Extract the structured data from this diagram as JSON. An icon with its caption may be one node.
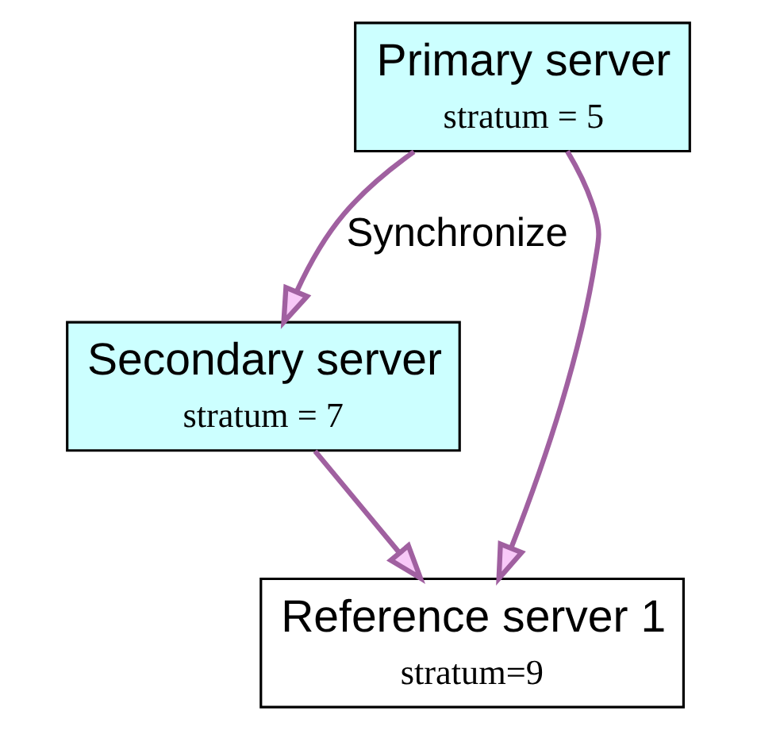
{
  "diagram": {
    "nodes": [
      {
        "text": [
          "Primary server",
          "stratum = 5"
        ]
      },
      {
        "text": [
          "Secondary server",
          "stratum = 7"
        ]
      },
      {
        "text": [
          "Reference server 1",
          "stratum=9"
        ]
      }
    ],
    "edges": [
      {
        "from": 0,
        "to": 1,
        "arrow": "to",
        "label": "Synchronize"
      },
      {
        "from": 0,
        "to": 2,
        "arrow": "to"
      },
      {
        "from": 1,
        "to": 2,
        "arrow": "to"
      }
    ]
  }
}
